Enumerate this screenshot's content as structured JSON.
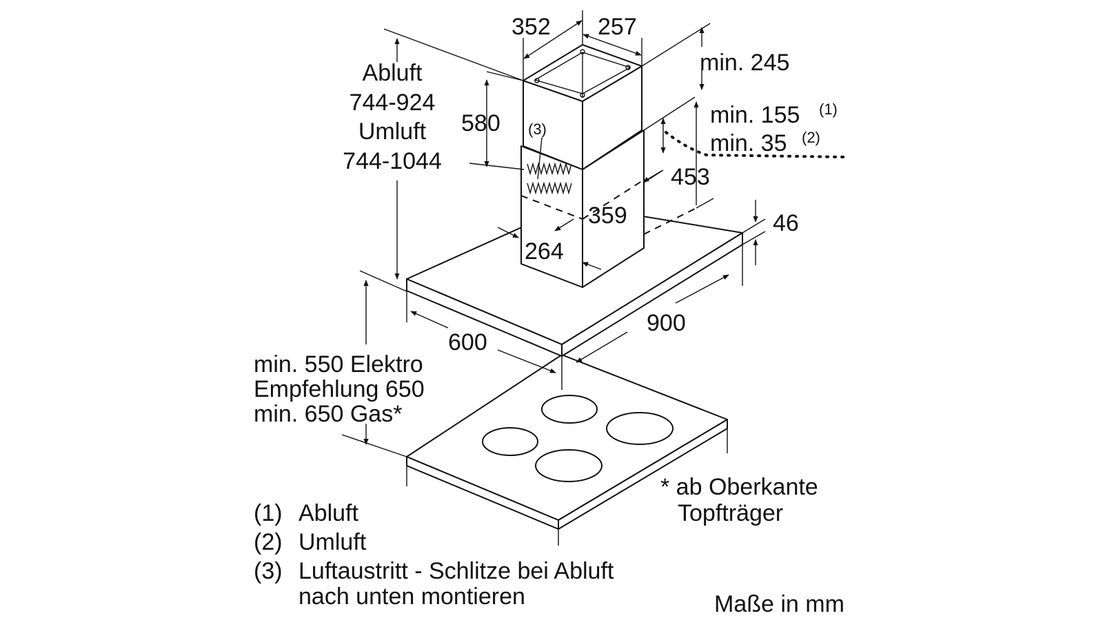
{
  "dimensions": {
    "chimney_depth": "352",
    "chimney_width": "257",
    "min_top": "min. 245",
    "min_155_label": "min. 155",
    "min_155_ref": "(1)",
    "min_35_label": "min. 35",
    "min_35_ref": "(2)",
    "chimney_height": "580",
    "lower_chimney": "453",
    "body_width": "359",
    "body_depth": "264",
    "canopy_thickness": "46",
    "canopy_width": "900",
    "canopy_depth": "600"
  },
  "airflow": {
    "abluft_label": "Abluft",
    "abluft_range": "744-924",
    "umluft_label": "Umluft",
    "umluft_range": "744-1044"
  },
  "callout_3": "(3)",
  "clearance": {
    "line1": "min. 550 Elektro",
    "line2": "Empfehlung 650",
    "line3": "min. 650 Gas*"
  },
  "footnote": {
    "line1": "* ab Oberkante",
    "line2": "Topfträger"
  },
  "legend": [
    {
      "num": "(1)",
      "text": "Abluft"
    },
    {
      "num": "(2)",
      "text": "Umluft"
    },
    {
      "num": "(3)",
      "text": "Luftaustritt - Schlitze bei Abluft"
    },
    {
      "num": "",
      "text": "nach unten montieren"
    }
  ],
  "units_note": "Maße in mm"
}
